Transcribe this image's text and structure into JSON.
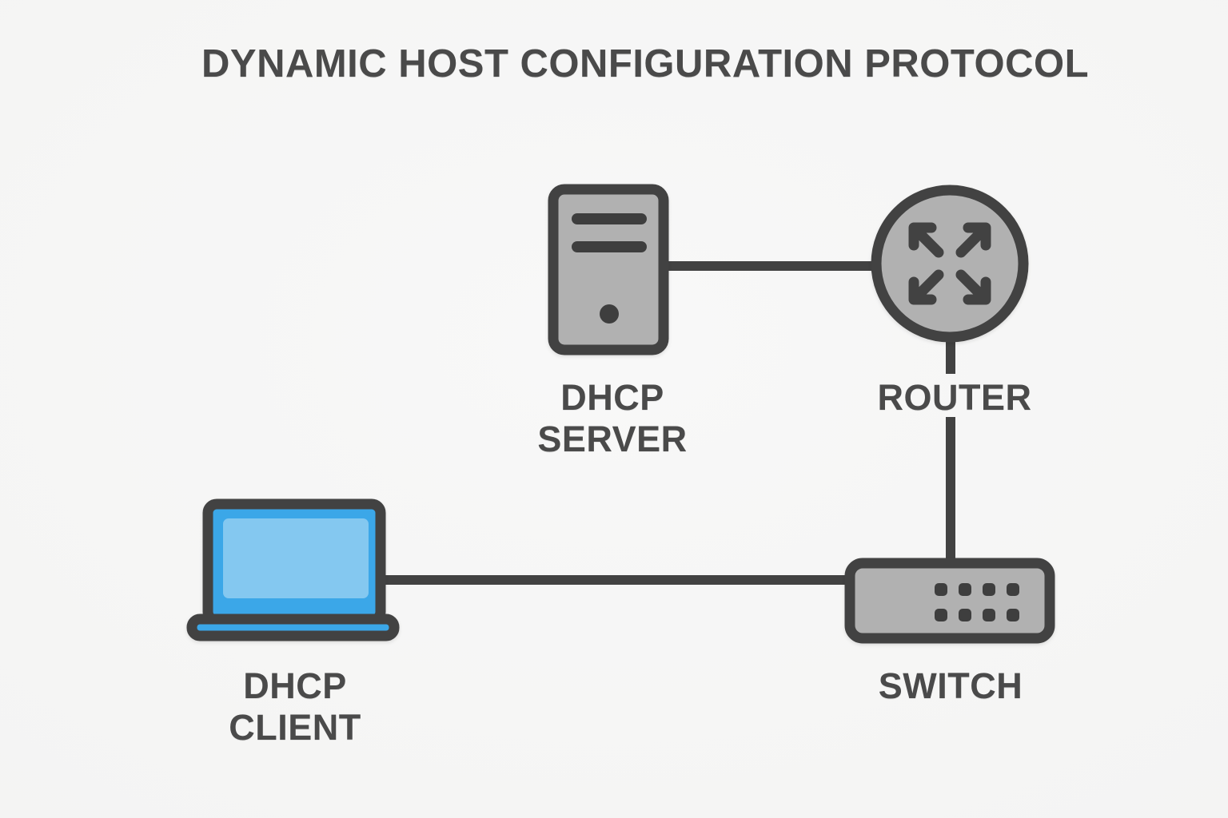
{
  "title": "DYNAMIC HOST CONFIGURATION PROTOCOL",
  "nodes": {
    "dhcp_server": {
      "icon": "server-tower-icon",
      "label_lines": [
        "DHCP",
        "SERVER"
      ]
    },
    "router": {
      "icon": "router-crossed-arrows-icon",
      "label": "ROUTER"
    },
    "dhcp_client": {
      "icon": "laptop-icon",
      "label_lines": [
        "DHCP",
        "CLIENT"
      ]
    },
    "switch": {
      "icon": "network-switch-icon",
      "label": "SWITCH"
    }
  },
  "connections": [
    {
      "from": "dhcp_server",
      "to": "router"
    },
    {
      "from": "router",
      "to": "switch"
    },
    {
      "from": "dhcp_client",
      "to": "switch"
    }
  ],
  "colors": {
    "background": "#f5f5f4",
    "outline": "#424242",
    "device_gray": "#b1b1b1",
    "detail_dark": "#3e3e3e",
    "laptop_blue": "#3ba7e8",
    "laptop_screen_blue": "#84c8f0",
    "text": "#4a4a4a"
  }
}
